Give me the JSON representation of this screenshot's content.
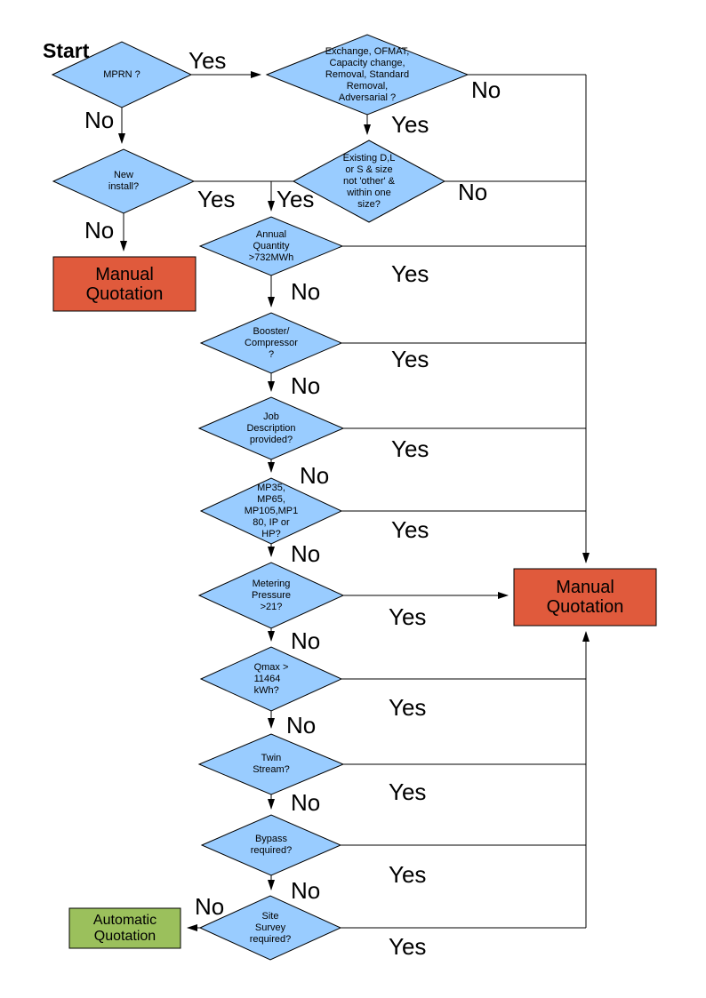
{
  "start_label": "Start",
  "colors": {
    "decision_fill": "#99CCFF",
    "manual_fill": "#E05A3C",
    "automatic_fill": "#9BC05C",
    "line": "#000000"
  },
  "decisions": {
    "mprn": {
      "label": "MPRN ?",
      "yes": "Yes",
      "no": "No"
    },
    "exchange": {
      "label": "Exchange, OFMAT,\nCapacity change,\nRemoval, Standard\nRemoval,\nAdversarial ?",
      "yes": "Yes",
      "no": "No"
    },
    "new_install": {
      "label": "New\ninstall?",
      "yes": "Yes",
      "no": "No"
    },
    "existing": {
      "label": "Existing D,L\nor S & size\nnot 'other' &\nwithin one\nsize?",
      "yes": "Yes",
      "no": "No"
    },
    "annual": {
      "label": "Annual\nQuantity\n>732MWh",
      "yes": "Yes",
      "no": "No"
    },
    "booster": {
      "label": "Booster/\nCompressor\n?",
      "yes": "Yes",
      "no": "No"
    },
    "job": {
      "label": "Job\nDescription\nprovided?",
      "yes": "Yes",
      "no": "No"
    },
    "mp": {
      "label": "MP35,\nMP65,\nMP105,MP1\n80, IP or\nHP?",
      "yes": "Yes",
      "no": "No"
    },
    "metering": {
      "label": "Metering\nPressure\n>21?",
      "yes": "Yes",
      "no": "No"
    },
    "qmax": {
      "label": "Qmax >\n11464\nkWh?",
      "yes": "Yes",
      "no": "No"
    },
    "twin": {
      "label": "Twin\nStream?",
      "yes": "Yes",
      "no": "No"
    },
    "bypass": {
      "label": "Bypass\nrequired?",
      "yes": "Yes",
      "no": "No"
    },
    "site": {
      "label": "Site\nSurvey\nrequired?",
      "yes": "Yes",
      "no": "No"
    }
  },
  "terminals": {
    "manual_quotation_left": "Manual\nQuotation",
    "manual_quotation_right": "Manual\nQuotation",
    "automatic_quotation": "Automatic\nQuotation"
  }
}
